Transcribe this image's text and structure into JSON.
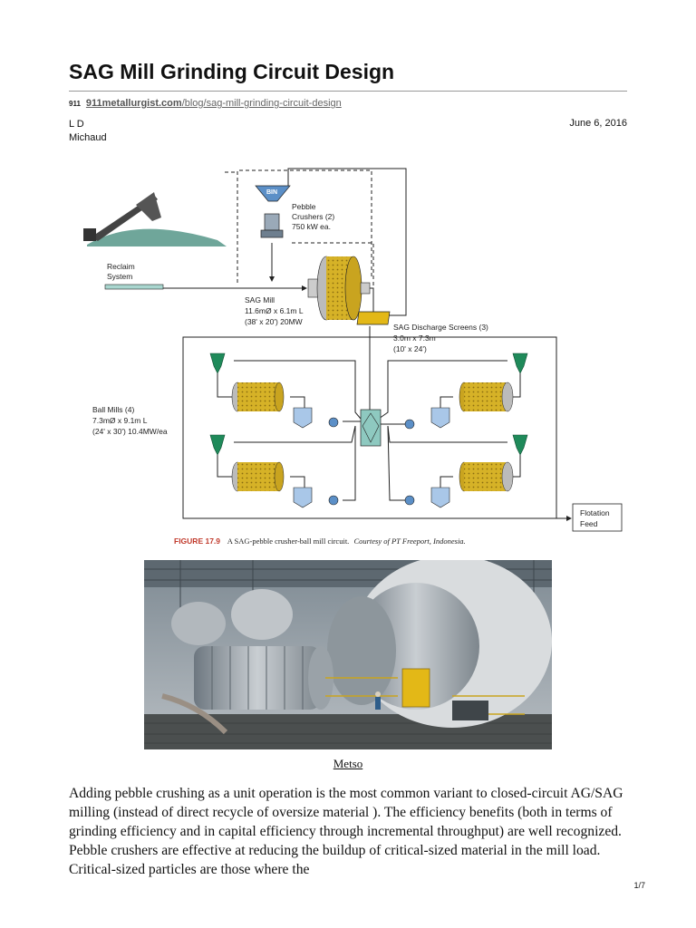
{
  "doc": {
    "title": "SAG Mill Grinding Circuit Design",
    "source_logo": "911",
    "source_domain": "911metallurgist.com",
    "source_path": "/blog/sag-mill-grinding-circuit-design",
    "author_line1": "L D",
    "author_line2": "Michaud",
    "date": "June 6, 2016"
  },
  "figure": {
    "bin": "BIN",
    "pebble": [
      "Pebble",
      "Crushers (2)",
      "750 kW ea."
    ],
    "reclaim": [
      "Reclaim",
      "System"
    ],
    "sag": [
      "SAG Mill",
      "11.6mØ x 6.1m L",
      "(38' x 20') 20MW"
    ],
    "screens": [
      "SAG Discharge Screens (3)",
      "3.0m x 7.3m",
      "(10' x 24')"
    ],
    "ball": [
      "Ball Mills (4)",
      "7.3mØ x 9.1m L",
      "(24' x 30') 10.4MW/ea"
    ],
    "flotation": [
      "Flotation",
      "Feed"
    ],
    "caption_label": "FIGURE 17.9",
    "caption_text": "A SAG-pebble crusher-ball mill circuit.",
    "caption_courtesy": "Courtesy of PT Freeport, Indonesia."
  },
  "photo_credit": "Metso",
  "body_text": "Adding pebble crushing as a unit operation is the most common variant to closed-circuit AG/SAG milling (instead of direct recycle of oversize material ). The efficiency benefits (both in terms of grinding efficiency and in capital efficiency through incremental throughput) are well recognized. Pebble crushers are effective at reducing the buildup of critical-sized material in the mill load. Critical-sized particles are those where the",
  "page_number": "1/7",
  "colors": {
    "mill_yellow": "#d6b227",
    "cyclone_green": "#1f8a5a",
    "screen_yellow": "#e3b817",
    "caption_red": "#c0392b"
  }
}
